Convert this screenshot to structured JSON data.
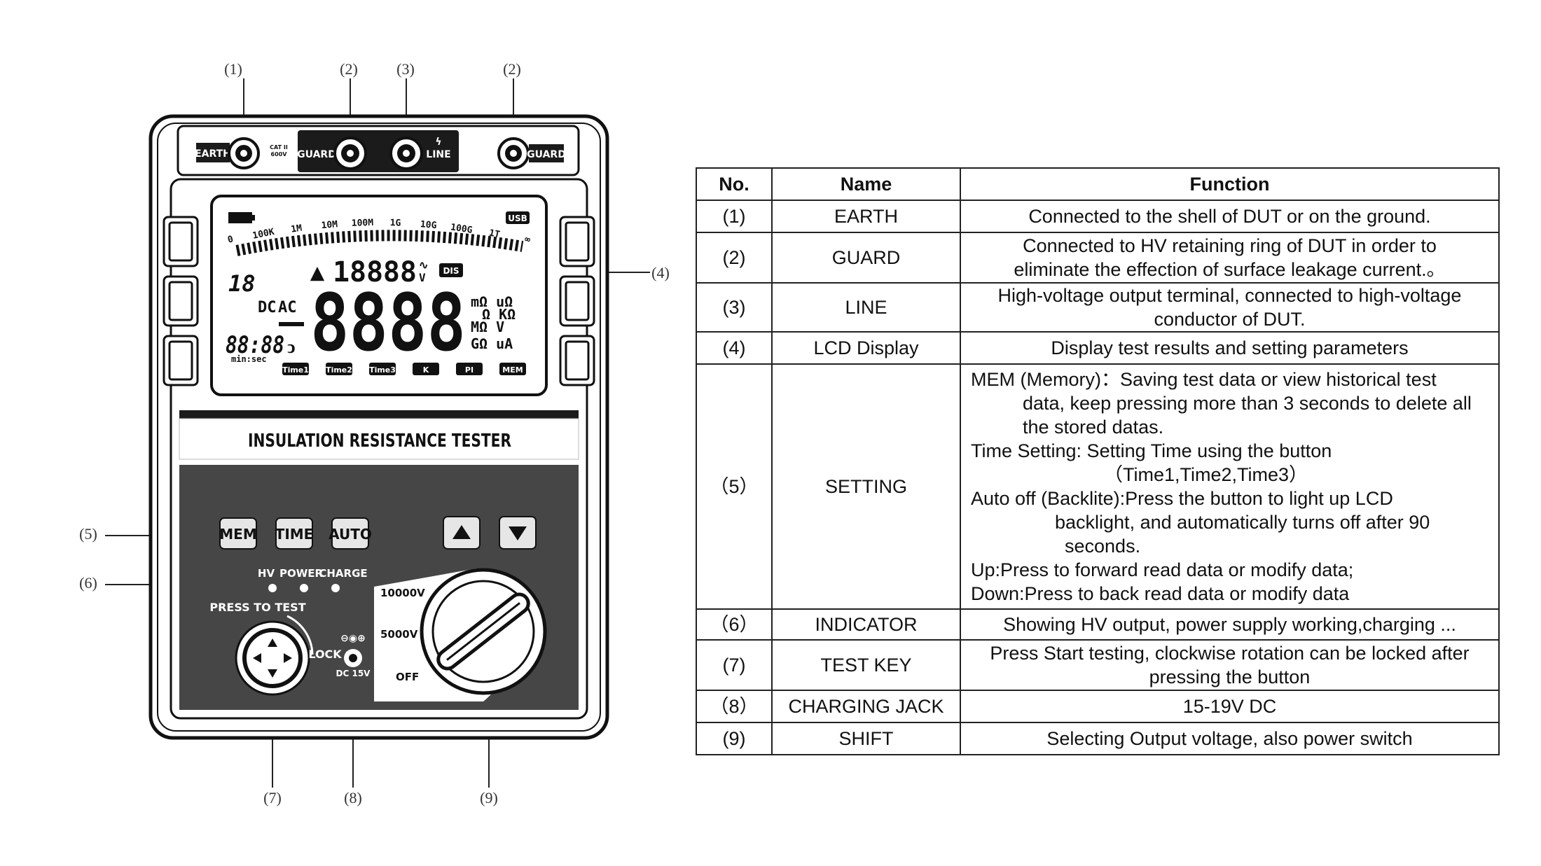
{
  "callouts": {
    "c1": "(1)",
    "c2a": "(2)",
    "c3": "(3)",
    "c2b": "(2)",
    "c4": "(4)",
    "c5": "(5)",
    "c6": "(6)",
    "c7": "(7)",
    "c8": "(8)",
    "c9": "(9)"
  },
  "terminals": {
    "earth": "EARTH",
    "guard_left": "GUARD",
    "line": "LINE",
    "guard_right": "GUARD",
    "cat_rating_1": "CAT II",
    "cat_rating_2": "600V"
  },
  "lcd": {
    "scale_labels": [
      "0",
      "100K",
      "1M",
      "10M",
      "100M",
      "1G",
      "10G",
      "100G",
      "1T",
      "∞"
    ],
    "usb": "USB",
    "voltage_digits": "18888",
    "voltage_unit_ac": "∿",
    "voltage_unit_v": "V",
    "dis_badge": "DIS",
    "small_digits": "18",
    "dc_label": "DC",
    "ac_label": "AC",
    "main_digits": "8888",
    "units_row1": "mΩ uΩ",
    "units_row2": "Ω KΩ",
    "units_row3": "MΩ V",
    "units_row4": "GΩ uA",
    "clock_digits": "88:88",
    "clock_unit": "min:sec",
    "badges": [
      "Time1",
      "Time2",
      "Time3",
      "K",
      "PI",
      "MEM"
    ]
  },
  "device": {
    "title": "INSULATION RESISTANCE TESTER",
    "buttons": {
      "mem": "MEM",
      "time": "TIME",
      "auto": "AUTO"
    },
    "indicators": {
      "hv": "HV",
      "power": "POWER",
      "charge": "CHARGE"
    },
    "press_to_test": "PRESS TO TEST",
    "lock": "LOCK",
    "jack_label": "DC 15V",
    "dial_positions": {
      "high": "10000V",
      "mid": "5000V",
      "off": "OFF"
    }
  },
  "table": {
    "headers": {
      "no": "No.",
      "name": "Name",
      "function": "Function"
    },
    "rows": [
      {
        "no": "(1)",
        "name": "EARTH",
        "function": [
          "Connected to the shell of DUT or on the ground."
        ]
      },
      {
        "no": "(2)",
        "name": "GUARD",
        "function": [
          "Connected to HV retaining ring of DUT    in order to",
          "eliminate the effection of surface leakage current.。"
        ]
      },
      {
        "no": "(3)",
        "name": "LINE",
        "function": [
          "High-voltage output terminal, connected to high-voltage",
          "conductor of DUT."
        ]
      },
      {
        "no": "(4)",
        "name": "LCD Display",
        "function": [
          "Display test results and setting parameters"
        ]
      },
      {
        "no": "（5）",
        "name": "SETTING",
        "function": [
          "MEM (Memory)：Saving test data or view historical test",
          "data, keep pressing more than 3 seconds to delete all",
          "the stored datas.",
          "Time Setting: Setting Time using the button",
          "（Time1,Time2,Time3）",
          "Auto off (Backlite):Press the button to light up LCD",
          "backlight, and automatically turns off after 90",
          "seconds.",
          "Up:Press to forward read data or modify data;",
          "Down:Press to back read data or modify data"
        ]
      },
      {
        "no": "（6）",
        "name": "INDICATOR",
        "function": [
          "Showing HV output, power supply working,charging ..."
        ]
      },
      {
        "no": "(7)",
        "name": "TEST KEY",
        "function": [
          "Press Start testing, clockwise rotation can be locked after",
          "pressing the button"
        ]
      },
      {
        "no": "（8）",
        "name": "CHARGING JACK",
        "function": [
          "15-19V DC"
        ]
      },
      {
        "no": "(9)",
        "name": "SHIFT",
        "function": [
          "Selecting Output voltage, also power switch"
        ]
      }
    ]
  }
}
